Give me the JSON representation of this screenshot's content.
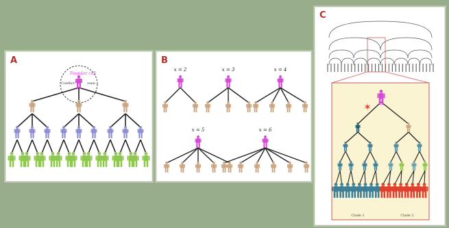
{
  "colors": {
    "background": "#98ad89",
    "panel": "#ffffff",
    "label": "#b3302a",
    "founder": "#d64ad6",
    "tan": "#c9a582",
    "purple": "#8f8fcf",
    "green": "#8fc84e",
    "teal": "#3e7f97",
    "teal_dark": "#1f5e78",
    "red": "#e04030",
    "inset_bg": "#faf4d2",
    "inset_border": "#c85a50",
    "edge": "#222222"
  },
  "panel_a": {
    "label": "A",
    "founder_label": "Founder cell",
    "extra_label_1": "Conflict",
    "extra_label_2": "zone"
  },
  "panel_b": {
    "label": "B",
    "trees": [
      {
        "label": "x = 2",
        "children": 2
      },
      {
        "label": "x = 3",
        "children": 3
      },
      {
        "label": "x = 4",
        "children": 4
      },
      {
        "label": "x = 5",
        "children": 5
      },
      {
        "label": "x = 6",
        "children": 6
      }
    ]
  },
  "panel_c": {
    "label": "C",
    "cut_mark": "✶",
    "clade_labels": [
      "Clade 1",
      "Clade 2"
    ]
  }
}
